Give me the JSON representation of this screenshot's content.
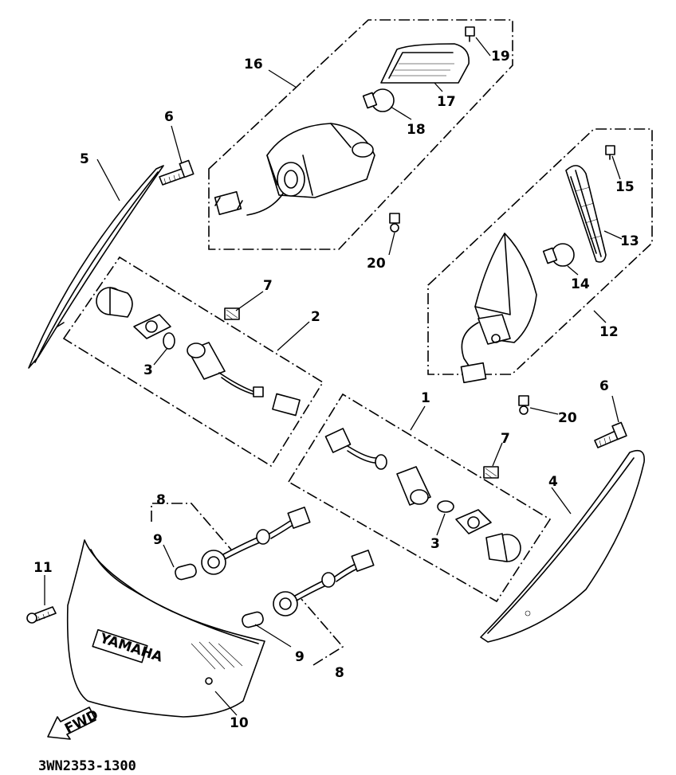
{
  "diagram": {
    "part_code": "3WN2353-1300",
    "fwd_label": "FWD",
    "brand_label": "YAMAHA",
    "callouts": {
      "c1": "1",
      "c2": "2",
      "c3a": "3",
      "c3b": "3",
      "c4": "4",
      "c5": "5",
      "c6a": "6",
      "c6b": "6",
      "c7a": "7",
      "c7b": "7",
      "c8a": "8",
      "c8b": "8",
      "c9a": "9",
      "c9b": "9",
      "c10": "10",
      "c11": "11",
      "c12": "12",
      "c13": "13",
      "c14": "14",
      "c15": "15",
      "c16": "16",
      "c17": "17",
      "c18": "18",
      "c19": "19",
      "c20a": "20",
      "c20b": "20"
    }
  }
}
